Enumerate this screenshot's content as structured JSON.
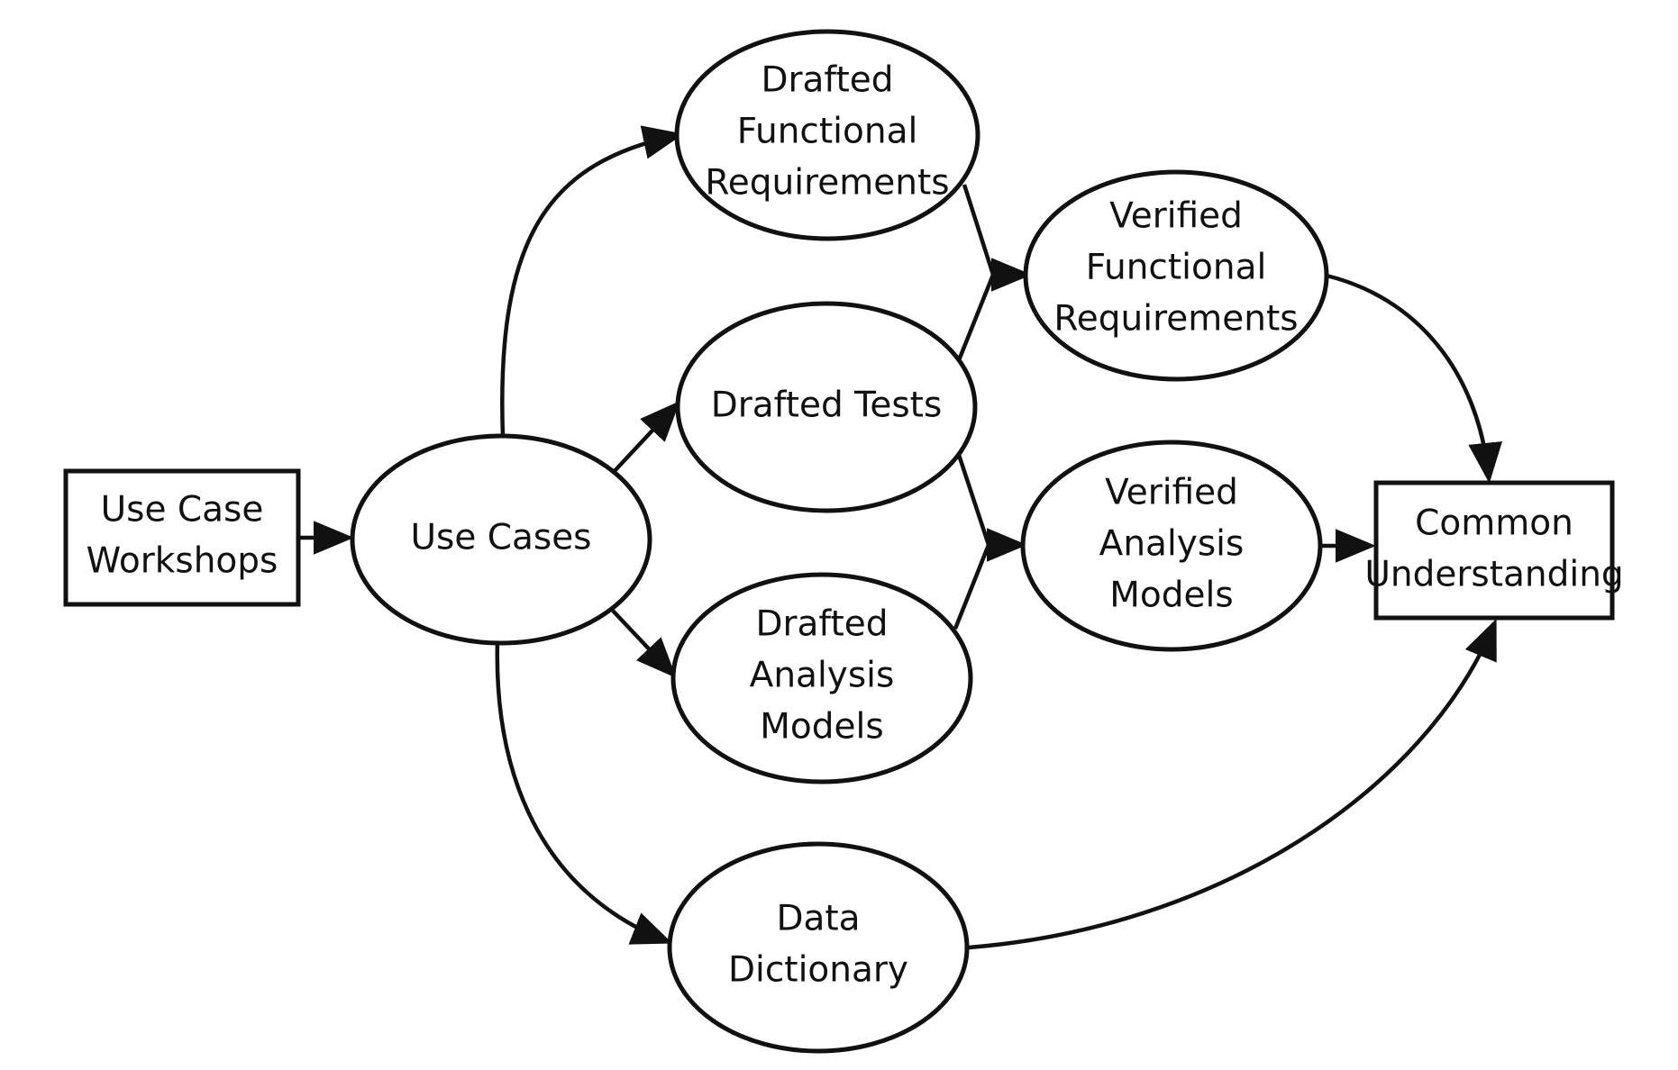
{
  "nodes": {
    "use_case_workshops": {
      "shape": "rect",
      "lines": [
        "Use Case",
        "Workshops"
      ]
    },
    "use_cases": {
      "shape": "ellipse",
      "lines": [
        "Use Cases"
      ]
    },
    "drafted_functional_requirements": {
      "shape": "ellipse",
      "lines": [
        "Drafted",
        "Functional",
        "Requirements"
      ]
    },
    "drafted_tests": {
      "shape": "ellipse",
      "lines": [
        "Drafted Tests"
      ]
    },
    "drafted_analysis_models": {
      "shape": "ellipse",
      "lines": [
        "Drafted",
        "Analysis",
        "Models"
      ]
    },
    "data_dictionary": {
      "shape": "ellipse",
      "lines": [
        "Data",
        "Dictionary"
      ]
    },
    "verified_functional_requirements": {
      "shape": "ellipse",
      "lines": [
        "Verified",
        "Functional",
        "Requirements"
      ]
    },
    "verified_analysis_models": {
      "shape": "ellipse",
      "lines": [
        "Verified",
        "Analysis",
        "Models"
      ]
    },
    "common_understanding": {
      "shape": "rect",
      "lines": [
        "Common",
        "Understanding"
      ]
    }
  },
  "edges": [
    {
      "from": "use_case_workshops",
      "to": "use_cases"
    },
    {
      "from": "use_cases",
      "to": "drafted_functional_requirements"
    },
    {
      "from": "use_cases",
      "to": "drafted_tests"
    },
    {
      "from": "use_cases",
      "to": "drafted_analysis_models"
    },
    {
      "from": "use_cases",
      "to": "data_dictionary"
    },
    {
      "from": "drafted_functional_requirements",
      "to": "verified_functional_requirements"
    },
    {
      "from": "drafted_tests",
      "to": "verified_functional_requirements"
    },
    {
      "from": "drafted_tests",
      "to": "verified_analysis_models"
    },
    {
      "from": "drafted_analysis_models",
      "to": "verified_analysis_models"
    },
    {
      "from": "verified_functional_requirements",
      "to": "common_understanding"
    },
    {
      "from": "verified_analysis_models",
      "to": "common_understanding"
    },
    {
      "from": "data_dictionary",
      "to": "common_understanding"
    }
  ],
  "colors": {
    "ink": "#111111",
    "background": "#ffffff"
  }
}
